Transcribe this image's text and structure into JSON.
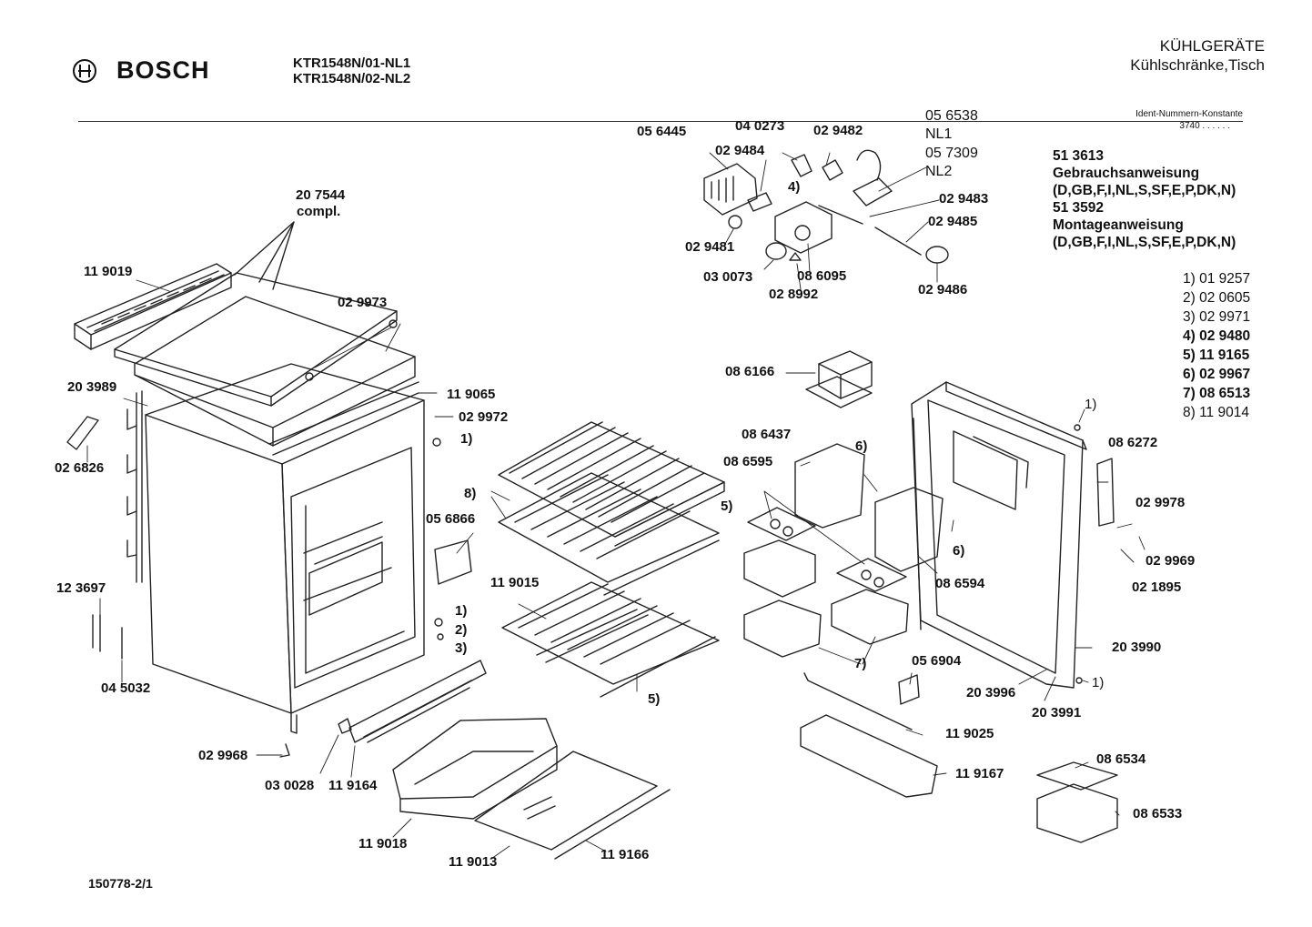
{
  "header": {
    "brand": "BOSCH",
    "model_lines": [
      "KTR1548N/01-NL1",
      "KTR1548N/02-NL2"
    ],
    "category_title": "KÜHLGERÄTE",
    "category_subtitle": "Kühlschränke,Tisch",
    "ident_label": "Ident-Nummern-Konstante",
    "ident_value": "3740  . .  . . . ."
  },
  "documents": [
    "51 3613",
    "Gebrauchsanweisung",
    "(D,GB,F,I,NL,S,SF,E,P,DK,N)",
    "51 3592",
    "Montageanweisung",
    "(D,GB,F,I,NL,S,SF,E,P,DK,N)"
  ],
  "footnotes": [
    "1) 01 9257",
    "2) 02 0605",
    "3) 02 9971",
    "4) 02 9480",
    "5) 11 9165",
    "6) 02 9967",
    "7) 08 6513",
    "8) 11 9014"
  ],
  "footer": {
    "doc_number": "150778-2/1"
  },
  "part_labels": [
    {
      "id": "p1",
      "text": "20 7544"
    },
    {
      "id": "p2",
      "text": "compl."
    },
    {
      "id": "p3",
      "text": "11 9019"
    },
    {
      "id": "p4",
      "text": "02 9973"
    },
    {
      "id": "p5",
      "text": "20 3989"
    },
    {
      "id": "p6",
      "text": "11 9065"
    },
    {
      "id": "p7",
      "text": "02 9972"
    },
    {
      "id": "p8",
      "text": "1)"
    },
    {
      "id": "p9",
      "text": "02 6826"
    },
    {
      "id": "p10",
      "text": "05 6866"
    },
    {
      "id": "p11",
      "text": "12 3697"
    },
    {
      "id": "p12",
      "text": "1)"
    },
    {
      "id": "p13",
      "text": "2)"
    },
    {
      "id": "p14",
      "text": "3)"
    },
    {
      "id": "p15",
      "text": "04 5032"
    },
    {
      "id": "p16",
      "text": "02 9968"
    },
    {
      "id": "p17",
      "text": "03 0028"
    },
    {
      "id": "p18",
      "text": "11 9164"
    },
    {
      "id": "p19",
      "text": "11 9018"
    },
    {
      "id": "p20",
      "text": "11 9013"
    },
    {
      "id": "p21",
      "text": "11 9166"
    },
    {
      "id": "p22",
      "text": "8)"
    },
    {
      "id": "p23",
      "text": "5)"
    },
    {
      "id": "p24",
      "text": "11 9015"
    },
    {
      "id": "p25",
      "text": "5)"
    },
    {
      "id": "p26",
      "text": "05 6445"
    },
    {
      "id": "p27",
      "text": "04 0273"
    },
    {
      "id": "p28",
      "text": "02 9482"
    },
    {
      "id": "p29",
      "text": "05 6538"
    },
    {
      "id": "p30",
      "text": "NL1"
    },
    {
      "id": "p31",
      "text": "05 7309"
    },
    {
      "id": "p32",
      "text": "NL2"
    },
    {
      "id": "p33",
      "text": "02 9484"
    },
    {
      "id": "p34",
      "text": "4)"
    },
    {
      "id": "p35",
      "text": "02 9483"
    },
    {
      "id": "p36",
      "text": "02 9485"
    },
    {
      "id": "p37",
      "text": "02 9481"
    },
    {
      "id": "p38",
      "text": "03 0073"
    },
    {
      "id": "p39",
      "text": "08 6095"
    },
    {
      "id": "p40",
      "text": "02 8992"
    },
    {
      "id": "p41",
      "text": "02 9486"
    },
    {
      "id": "p42",
      "text": "08 6166"
    },
    {
      "id": "p43",
      "text": "08 6437"
    },
    {
      "id": "p44",
      "text": "6)"
    },
    {
      "id": "p45",
      "text": "08 6595"
    },
    {
      "id": "p46",
      "text": "6)"
    },
    {
      "id": "p47",
      "text": "08 6594"
    },
    {
      "id": "p48",
      "text": "7)"
    },
    {
      "id": "p49",
      "text": "1)"
    },
    {
      "id": "p50",
      "text": "08 6272"
    },
    {
      "id": "p51",
      "text": "02 9978"
    },
    {
      "id": "p52",
      "text": "02 9969"
    },
    {
      "id": "p53",
      "text": "02 1895"
    },
    {
      "id": "p54",
      "text": "20 3990"
    },
    {
      "id": "p55",
      "text": "05 6904"
    },
    {
      "id": "p56",
      "text": "20 3996"
    },
    {
      "id": "p57",
      "text": "1)"
    },
    {
      "id": "p58",
      "text": "20 3991"
    },
    {
      "id": "p59",
      "text": "11 9025"
    },
    {
      "id": "p60",
      "text": "11 9167"
    },
    {
      "id": "p61",
      "text": "08 6534"
    },
    {
      "id": "p62",
      "text": "08 6533"
    }
  ]
}
